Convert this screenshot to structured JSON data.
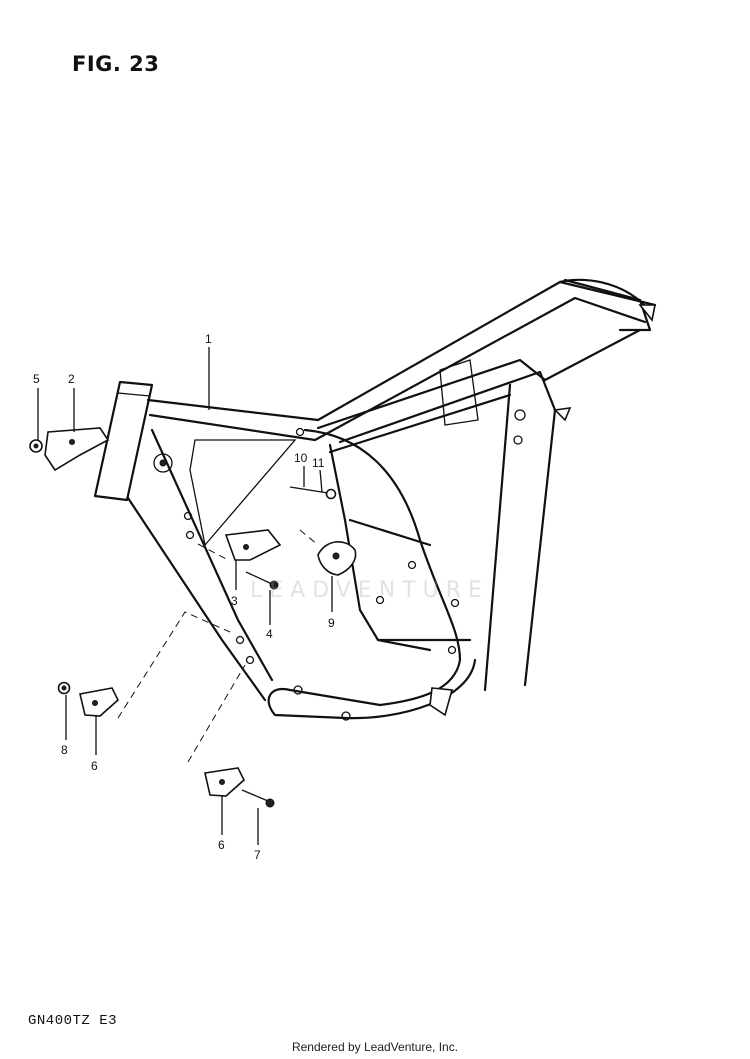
{
  "figure": {
    "title": "FIG. 23",
    "model_code": "GN400TZ  E3"
  },
  "footer": {
    "text": "Rendered by LeadVenture, Inc."
  },
  "watermark": {
    "text": "LEADVENTURE"
  },
  "callouts": [
    {
      "id": "part-1",
      "label": "1"
    },
    {
      "id": "part-2",
      "label": "2"
    },
    {
      "id": "part-3",
      "label": "3"
    },
    {
      "id": "part-4",
      "label": "4"
    },
    {
      "id": "part-5",
      "label": "5"
    },
    {
      "id": "part-6a",
      "label": "6"
    },
    {
      "id": "part-6b",
      "label": "6"
    },
    {
      "id": "part-7",
      "label": "7"
    },
    {
      "id": "part-8",
      "label": "8"
    },
    {
      "id": "part-9",
      "label": "9"
    },
    {
      "id": "part-10",
      "label": "10"
    },
    {
      "id": "part-11",
      "label": "11"
    }
  ]
}
